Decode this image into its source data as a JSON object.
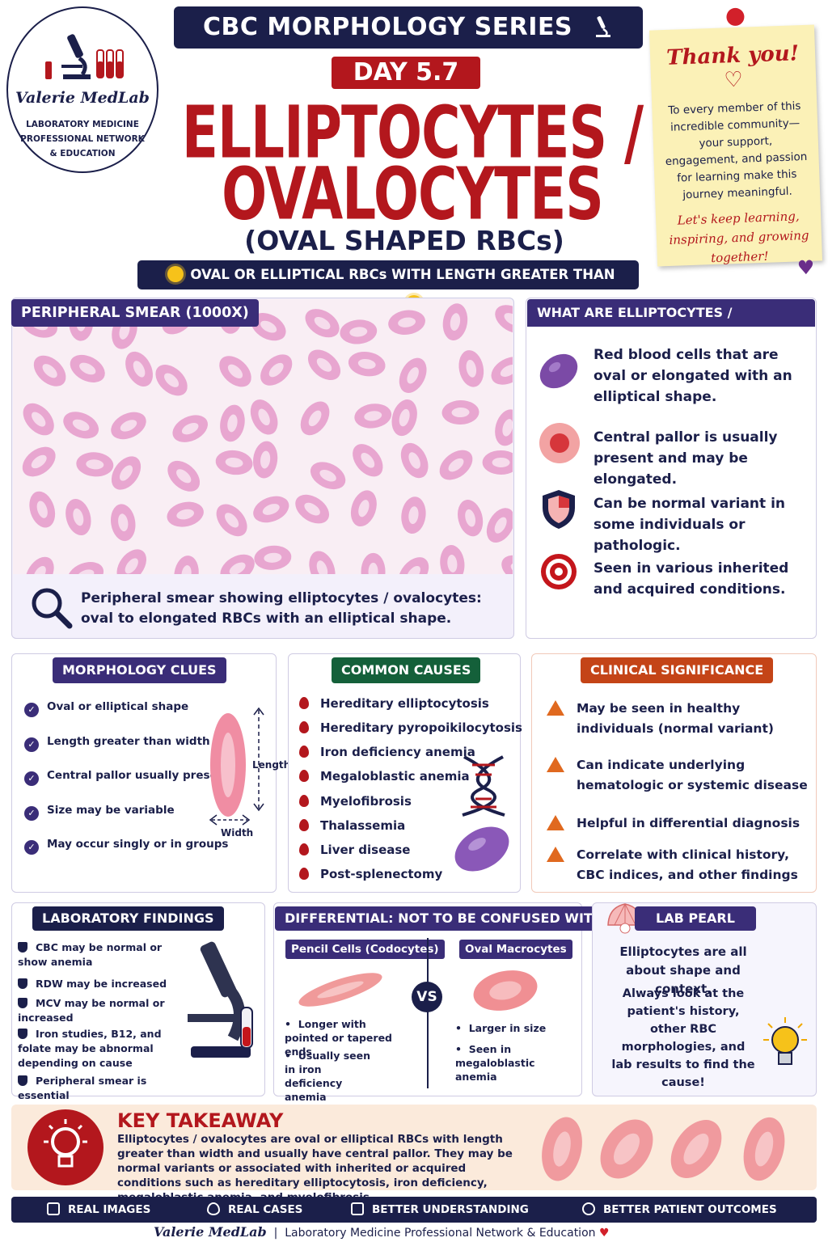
{
  "logo": {
    "brand": "Valerie MedLab",
    "tagline": "LABORATORY MEDICINE PROFESSIONAL NETWORK & EDUCATION"
  },
  "header": {
    "series": "CBC MORPHOLOGY SERIES",
    "day": "DAY 5.7",
    "title_line1": "ELLIPTOCYTES /",
    "title_line2": "OVALOCYTES",
    "subtitle": "(OVAL SHAPED RBCs)",
    "definition": "OVAL OR ELLIPTICAL RBCs WITH LENGTH GREATER THAN WIDTH"
  },
  "note": {
    "thanks": "Thank you!",
    "message": "To every member of this incredible community—your support, engagement, and passion for learning make this journey meaningful.",
    "closing": "Let's keep learning, inspiring, and growing together!"
  },
  "smear": {
    "title": "PERIPHERAL SMEAR (1000X)",
    "caption": "Peripheral smear showing elliptocytes / ovalocytes: oval to elongated RBCs with an elliptical shape."
  },
  "what": {
    "title": "WHAT ARE ELLIPTOCYTES / OVALOCYTES?",
    "items": [
      "Red blood cells that are oval or elongated with an elliptical shape.",
      "Central pallor is usually present and may be elongated.",
      "Can be normal variant in some individuals or pathologic.",
      "Seen in various inherited and acquired conditions."
    ]
  },
  "morphology": {
    "title": "MORPHOLOGY CLUES",
    "clues": [
      "Oval or elliptical shape",
      "Length greater than width",
      "Central pallor usually present",
      "Size may be variable",
      "May occur singly or in groups"
    ],
    "length_label": "Length",
    "width_label": "Width"
  },
  "causes": {
    "title": "COMMON CAUSES",
    "items": [
      "Hereditary elliptocytosis",
      "Hereditary pyropoikilocytosis",
      "Iron deficiency anemia",
      "Megaloblastic anemia",
      "Myelofibrosis",
      "Thalassemia",
      "Liver disease",
      "Post-splenectomy"
    ]
  },
  "clinical": {
    "title": "CLINICAL SIGNIFICANCE",
    "items": [
      "May be seen in healthy individuals (normal variant)",
      "Can indicate underlying hematologic or systemic disease",
      "Helpful in differential diagnosis",
      "Correlate with clinical history, CBC indices, and other findings"
    ]
  },
  "lab": {
    "title": "LABORATORY FINDINGS",
    "items": [
      "CBC may be normal or show anemia",
      "RDW may be increased",
      "MCV may be normal or increased",
      "Iron studies, B12, and folate may be abnormal depending on cause",
      "Peripheral smear is essential"
    ]
  },
  "differential": {
    "title": "DIFFERENTIAL: NOT TO BE CONFUSED WITH",
    "left_title": "Pencil Cells (Codocytes)",
    "left_items": [
      "Longer with pointed or tapered ends",
      "Usually seen in iron deficiency anemia"
    ],
    "vs": "VS",
    "right_title": "Oval Macrocytes",
    "right_items": [
      "Larger in size",
      "Seen in megaloblastic anemia"
    ]
  },
  "pearl": {
    "title": "LAB PEARL",
    "line1": "Elliptocytes are all about shape and context.",
    "line2": "Always look at the patient's history, other RBC morphologies, and lab results to find the cause!"
  },
  "takeaway": {
    "title": "KEY TAKEAWAY",
    "text": "Elliptocytes / ovalocytes are oval or elliptical RBCs with length greater than width and usually have central pallor. They may be normal variants or associated with inherited or acquired conditions such as hereditary elliptocytosis, iron deficiency, megaloblastic anemia, and myelofibrosis."
  },
  "footer": {
    "items": [
      "REAL IMAGES",
      "REAL CASES",
      "BETTER UNDERSTANDING",
      "BETTER PATIENT OUTCOMES"
    ],
    "brand": "Valerie MedLab",
    "credit": "Laboratory Medicine Professional Network & Education"
  },
  "colors": {
    "navy": "#1b1f4a",
    "red": "#b3171d",
    "purple": "#3a2d78",
    "green": "#14603a",
    "orange": "#c44417"
  }
}
